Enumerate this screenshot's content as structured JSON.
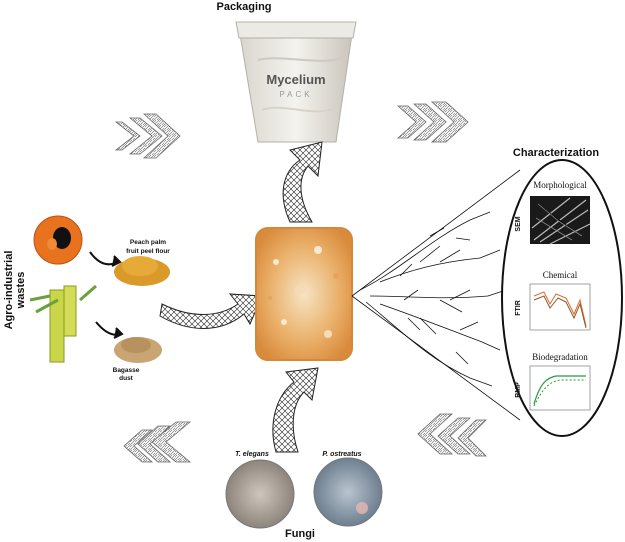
{
  "sections": {
    "packaging": "Packaging",
    "characterization": "Characterization",
    "agro_wastes_line1": "Agro-industrial",
    "agro_wastes_line2": "wastes",
    "fungi": "Fungi"
  },
  "cup": {
    "brand": "Mycelium",
    "subbrand": "PACK"
  },
  "wastes": [
    {
      "line1": "Peach palm",
      "line2": "fruit peel flour"
    },
    {
      "line1": "Bagasse",
      "line2": "dust"
    }
  ],
  "fungi_species": [
    "T. elegans",
    "P. ostreatus"
  ],
  "characterization": {
    "morphological": {
      "title": "Morphological",
      "side": "SEM"
    },
    "chemical": {
      "title": "Chemical",
      "side": "FTIR"
    },
    "biodegradation": {
      "title": "Biodegradation",
      "side": "BMP"
    }
  },
  "colors": {
    "arrow_dark": "#3a3a3a",
    "chevron": "#8a8a8a",
    "composite": "#e8b57a",
    "peach_palm": "#e8721e",
    "bagasse": "#c9a574",
    "flour": "#d99a2a",
    "stalk": "#c9d64a"
  }
}
